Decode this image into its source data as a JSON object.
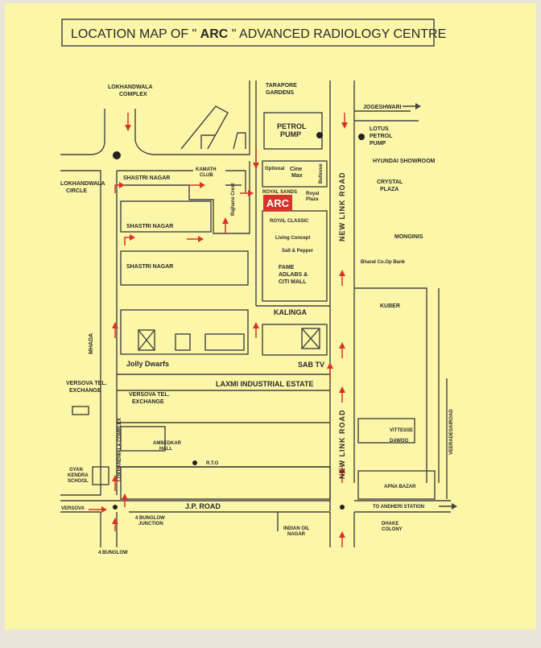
{
  "title": {
    "prefix": "LOCATION MAP OF \" ",
    "brand": "ARC",
    "suffix": " \" ADVANCED RADIOLOGY CENTRE"
  },
  "marker": {
    "label": "ARC",
    "color": "#d9322a"
  },
  "colors": {
    "paper": "#fbf6a8",
    "road": "#444444",
    "arrow": "#d9322a"
  },
  "labels": {
    "lokhandwala_complex": [
      "LOKHANDWALA",
      "COMPLEX"
    ],
    "lokhandwala_circle": [
      "LOKHANDWALA",
      "CIRCLE"
    ],
    "tarapore_gardens": [
      "TARAPORE",
      "GARDENS"
    ],
    "petrol_pump": [
      "PETROL",
      "PUMP"
    ],
    "jogeshwari": "JOGESHWARI",
    "lotus_petrol_pump": [
      "LOTUS",
      "PETROL",
      "PUMP"
    ],
    "hyundai_showroom": "HYUNDAI SHOWROOM",
    "crystal_plaza": [
      "CRYSTAL",
      "PLAZA"
    ],
    "monginis": "MONGINIS",
    "bharat_bank": "Bharat Co.Op Bank",
    "kuber": "KUBER",
    "shastri_nagar_road": "SHASTRI NAGAR",
    "kamath_club": [
      "KAMATH",
      "CLUB"
    ],
    "rajhans_crest": "Rajhans Crest",
    "optional": "Optional",
    "cine_max": [
      "Cine",
      "Max"
    ],
    "bellevue": "Bellevue",
    "royal_sands": "ROYAL SANDS",
    "royal_plaza": [
      "Royal",
      "Plaza"
    ],
    "royal_classic": "ROYAL CLASSIC",
    "living_concept": "Living Concept",
    "salt_pepper": "Salt & Pepper",
    "fame": [
      "FAME",
      "ADLABS &",
      "CITI MALL"
    ],
    "kalinga": "KALINGA",
    "shastri_nagar_1": "SHASTRI NAGAR",
    "shastri_nagar_2": "SHASTRI NAGAR",
    "mhada": "MHADA",
    "jolly_dwarfs": "Jolly Dwarfs",
    "sab_tv": "SAB TV",
    "new_link_road": "NEW LINK ROAD",
    "laxmi": "LAXMI INDUSTRIAL ESTATE",
    "versova_tel_left": [
      "VERSOVA TEL.",
      "EXCHANGE"
    ],
    "versova_tel_block": [
      "VERSOVA TEL.",
      "EXCHANGE"
    ],
    "lokhandwala_complex_road": "LOKHANDWALA COMPLEX",
    "ambedkar_hall": [
      "AMBEDKAR",
      "HALL"
    ],
    "rto": "R.T.O",
    "gyan_kendra": [
      "GYAN",
      "KENDRA",
      "SCHOOL"
    ],
    "versova": "VERSOVA",
    "jp_road": "J.P. ROAD",
    "four_bunglow_junction": [
      "4 BUNGLOW",
      "JUNCTION"
    ],
    "four_bunglow": "4 BUNGLOW",
    "indian_oil": [
      "INDIAN OIL",
      "NAGAR"
    ],
    "vittesse": "VITTESSE",
    "dawoo": "DAWOO",
    "veera_desai_road": "VEERADESAIROAD",
    "apna_bazar": "APNA BAZAR",
    "to_andheri": "TO ANDHERI STATION",
    "dhake_colony": [
      "DHAKE",
      "COLONY"
    ]
  }
}
